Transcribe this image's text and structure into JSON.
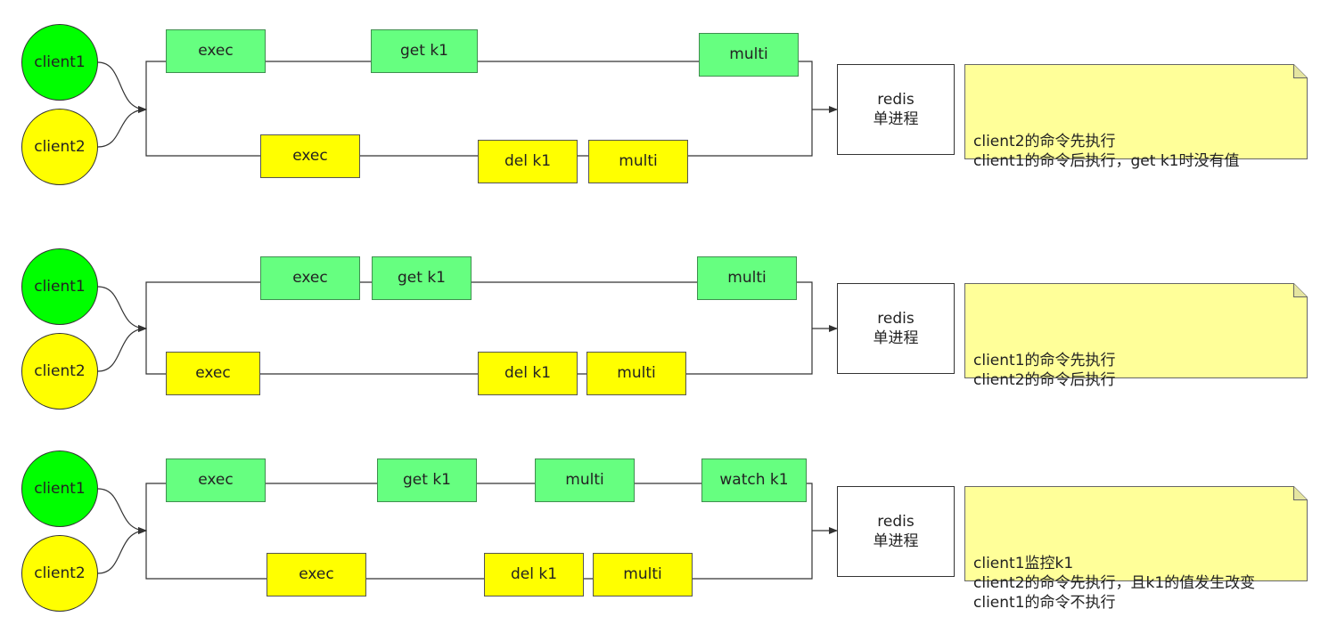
{
  "rows": [
    {
      "client1_label": "client1",
      "client2_label": "client2",
      "redis_line1": "redis",
      "redis_line2": "单进程",
      "client1_cmds": [
        "exec",
        "get k1",
        "multi"
      ],
      "client2_cmds": [
        "exec",
        "del k1",
        "multi"
      ],
      "note": "client2的命令先执行\nclient1的命令后执行，get k1时没有值"
    },
    {
      "client1_label": "client1",
      "client2_label": "client2",
      "redis_line1": "redis",
      "redis_line2": "单进程",
      "client1_cmds": [
        "exec",
        "get k1",
        "multi"
      ],
      "client2_cmds": [
        "exec",
        "del k1",
        "multi"
      ],
      "note": "client1的命令先执行\nclient2的命令后执行"
    },
    {
      "client1_label": "client1",
      "client2_label": "client2",
      "redis_line1": "redis",
      "redis_line2": "单进程",
      "client1_cmds": [
        "exec",
        "get k1",
        "multi",
        "watch k1"
      ],
      "client2_cmds": [
        "exec",
        "del k1",
        "multi"
      ],
      "note": "client1监控k1\nclient2的命令先执行，且k1的值发生改变\nclient1的命令不执行"
    }
  ],
  "colors": {
    "client1": "#00ff00",
    "client2": "#ffff00",
    "client1_cmd": "#66ff80",
    "client2_cmd": "#ffff00",
    "note": "#ffff99"
  }
}
